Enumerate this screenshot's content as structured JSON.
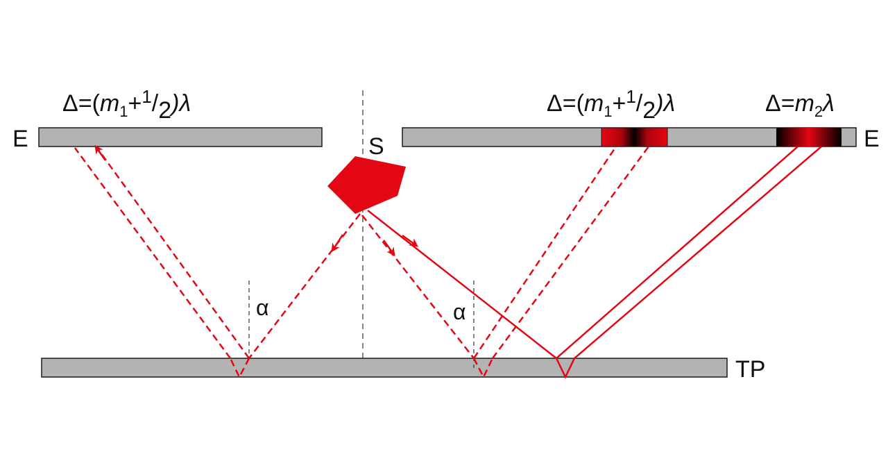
{
  "labels": {
    "screen_left": "E",
    "screen_right": "E",
    "source": "S",
    "plate": "TP",
    "angle_left": "α",
    "angle_right": "α"
  },
  "formula_left": {
    "delta": "Δ=(",
    "m": "m",
    "sub": "1",
    "plus": "+",
    "num": "1",
    "slash": "/",
    "den": "2",
    "close": ")",
    "lambda": "λ"
  },
  "formula_mid": {
    "delta": "Δ=(",
    "m": "m",
    "sub": "1",
    "plus": "+",
    "num": "1",
    "slash": "/",
    "den": "2",
    "close": ")",
    "lambda": "λ"
  },
  "formula_right": {
    "delta": "Δ=",
    "m": "m",
    "sub": "2",
    "lambda": "λ"
  },
  "colors": {
    "ray": "#e30613",
    "plate_fill": "#b3b3b3",
    "outline": "#1a1a1a",
    "dark_band": "#000000"
  }
}
